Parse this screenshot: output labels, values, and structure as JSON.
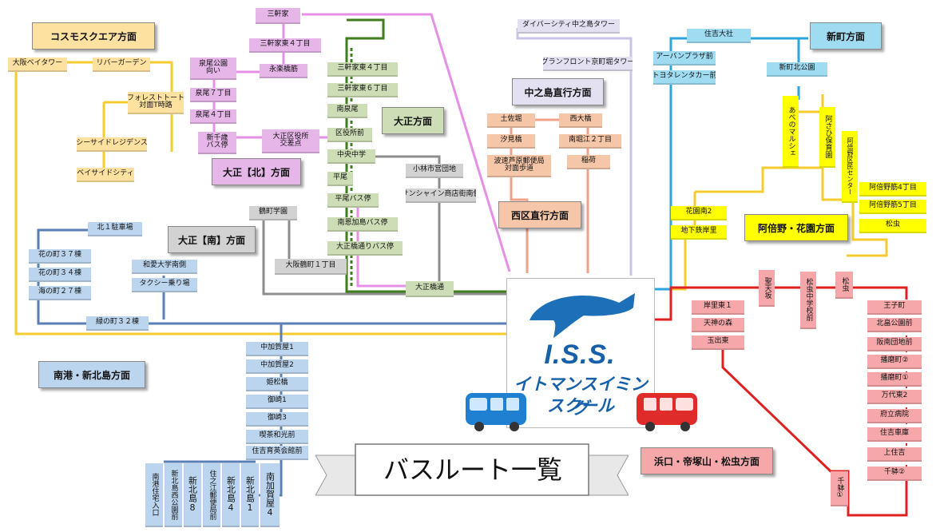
{
  "title": "バスルート一覧",
  "logo": {
    "line1": "I.S.S.",
    "line2": "イトマンスイミング",
    "line3": "スクール"
  },
  "colors": {
    "pink_line": "#e58fe6",
    "green_line": "#3f7d1e",
    "gray_line": "#8c8c8c",
    "lavender_line": "#c9c3e8",
    "salmon_line": "#f0a18a",
    "yellow_line": "#f4cc2e",
    "cyan_line": "#2aa6dc",
    "blue_line": "#5a7fb5",
    "red_line": "#e02020"
  },
  "directions": {
    "cosmo": "コスモスクエア方面",
    "taisho": "大正方面",
    "taisho_kita": "大正【北】方面",
    "taisho_minami": "大正【南】方面",
    "nakanoshima": "中之島直行方面",
    "nishiku": "西区直行方面",
    "shinmachi": "新町方面",
    "abeno": "阿倍野・花園方面",
    "nanko": "南港・新北島方面",
    "hamaguchi": "浜口・帝塚山・松虫方面"
  },
  "stops": {
    "sangenya": "三軒家",
    "sangenya_higashi4_pink": "三軒家東４丁目",
    "eiraku": "永楽橋筋",
    "izuo_koen": "泉尾公園\n向い",
    "izuo7": "泉尾７丁目",
    "izuo4": "泉尾４丁目",
    "shinchitose": "新千歳\nバス停",
    "taisho_kuyakusho": "大正区役所\n交差点",
    "sangenya_higashi4_green": "三軒家東４丁目",
    "sangenya_higashi6": "三軒家東６丁目",
    "minami_izuo": "南泉尾",
    "kuyakusho_mae": "区役所前",
    "chuo_chugaku": "中央中学",
    "hirao": "平尾",
    "hirao_busstop": "平尾バス停",
    "minami_kanagai": "南恩加島バス停",
    "taisho_bashi_dori": "大正橋通りバス停",
    "taisho_bashi": "大正橋通",
    "komatsu": "小林市営団地",
    "sunshine": "サンシャイン商店街南側",
    "tsurumachi_gakuen": "鶴町学園",
    "osaka_tsurumachi1": "大阪鶴町１丁目",
    "daibenten": "ダイバーシティ中之島タワー",
    "grand_front": "グランフロント京町堀タワー",
    "tosabori": "土佐堀",
    "shiomi": "汐見橋",
    "namba_cross": "波速芦原郵便局\n対面歩道",
    "nishi_ohashi": "西大橋",
    "minamihorie2": "南堀江２丁目",
    "inari": "稲荷",
    "osaka_bay": "大阪ベイタワー",
    "river_garden": "リバーガーデン",
    "forest_town": "フォレストトート\n対面T時路",
    "seaside": "シーサイドレジデンス",
    "bayside_city": "ベイサイドシティ",
    "hokko_chushajo": "北１駐車場",
    "hananomachi37": "花の町３７棟",
    "hananomachi34": "花の町３４棟",
    "uminomachi27": "海の町２７棟",
    "wakaba32": "緑の町３２棟",
    "wakyo": "和愛大学南側",
    "taxi": "タクシー乗り場",
    "nakakagaya1": "中加賀屋1",
    "nakakagaya2": "中加賀屋2",
    "hiramatsu": "姫松橋",
    "misaki1": "御崎1",
    "misaki3": "御崎3",
    "cafe": "喫茶和光前",
    "sumiyoshi_ikusei": "住吉育英会館前",
    "nanko_jutaku": "南港住宅入口",
    "shinkitajima_nishi": "新北島西公園前",
    "shinkitajima8": "新北島8",
    "suminoe": "住之江郵便局前",
    "shinkitajima4": "新北島4",
    "shinkitajima1": "新北島1",
    "minami_kagaya4": "南加賀屋4",
    "kishisato_higashi1": "岸里東１",
    "tenjin_no_mori": "天神の森",
    "tamade_higashi": "玉出東",
    "seitenzaka": "聖天坂",
    "matsumushi_chu": "松虫中学校前",
    "matsumushi": "松虫",
    "oujicho": "王子町",
    "kitabatake": "北畠公園前",
    "hankai_mae": "阪南団地前",
    "himematsu2": "播磨町②",
    "himematsu1": "播磨町①",
    "manzai2": "万代東2",
    "furitsu_byoin": "府立病院",
    "sumiyoshi_shako": "住吉車庫",
    "kamisumiyoshi": "上住吉",
    "senbu2": "千躰②",
    "senbu1": "千躰①",
    "sumiyoshi_jinja": "住吉大社",
    "urban": "アーバンプラザ前",
    "toyota": "トヨタレンタカー前",
    "shinmachi_kita": "新町北公園",
    "abeno_marche": "あべのマルシェ",
    "asahi_hoikuen": "阿さひ保育園",
    "abeno_center": "阿倍野区民センター",
    "abenosuji4": "阿倍野筋4丁目",
    "abenosuji5": "阿倍野筋5丁目",
    "matsumushi_y": "松虫",
    "hanazono2": "花園南2",
    "chika_kishi": "地下鉄岸里"
  }
}
